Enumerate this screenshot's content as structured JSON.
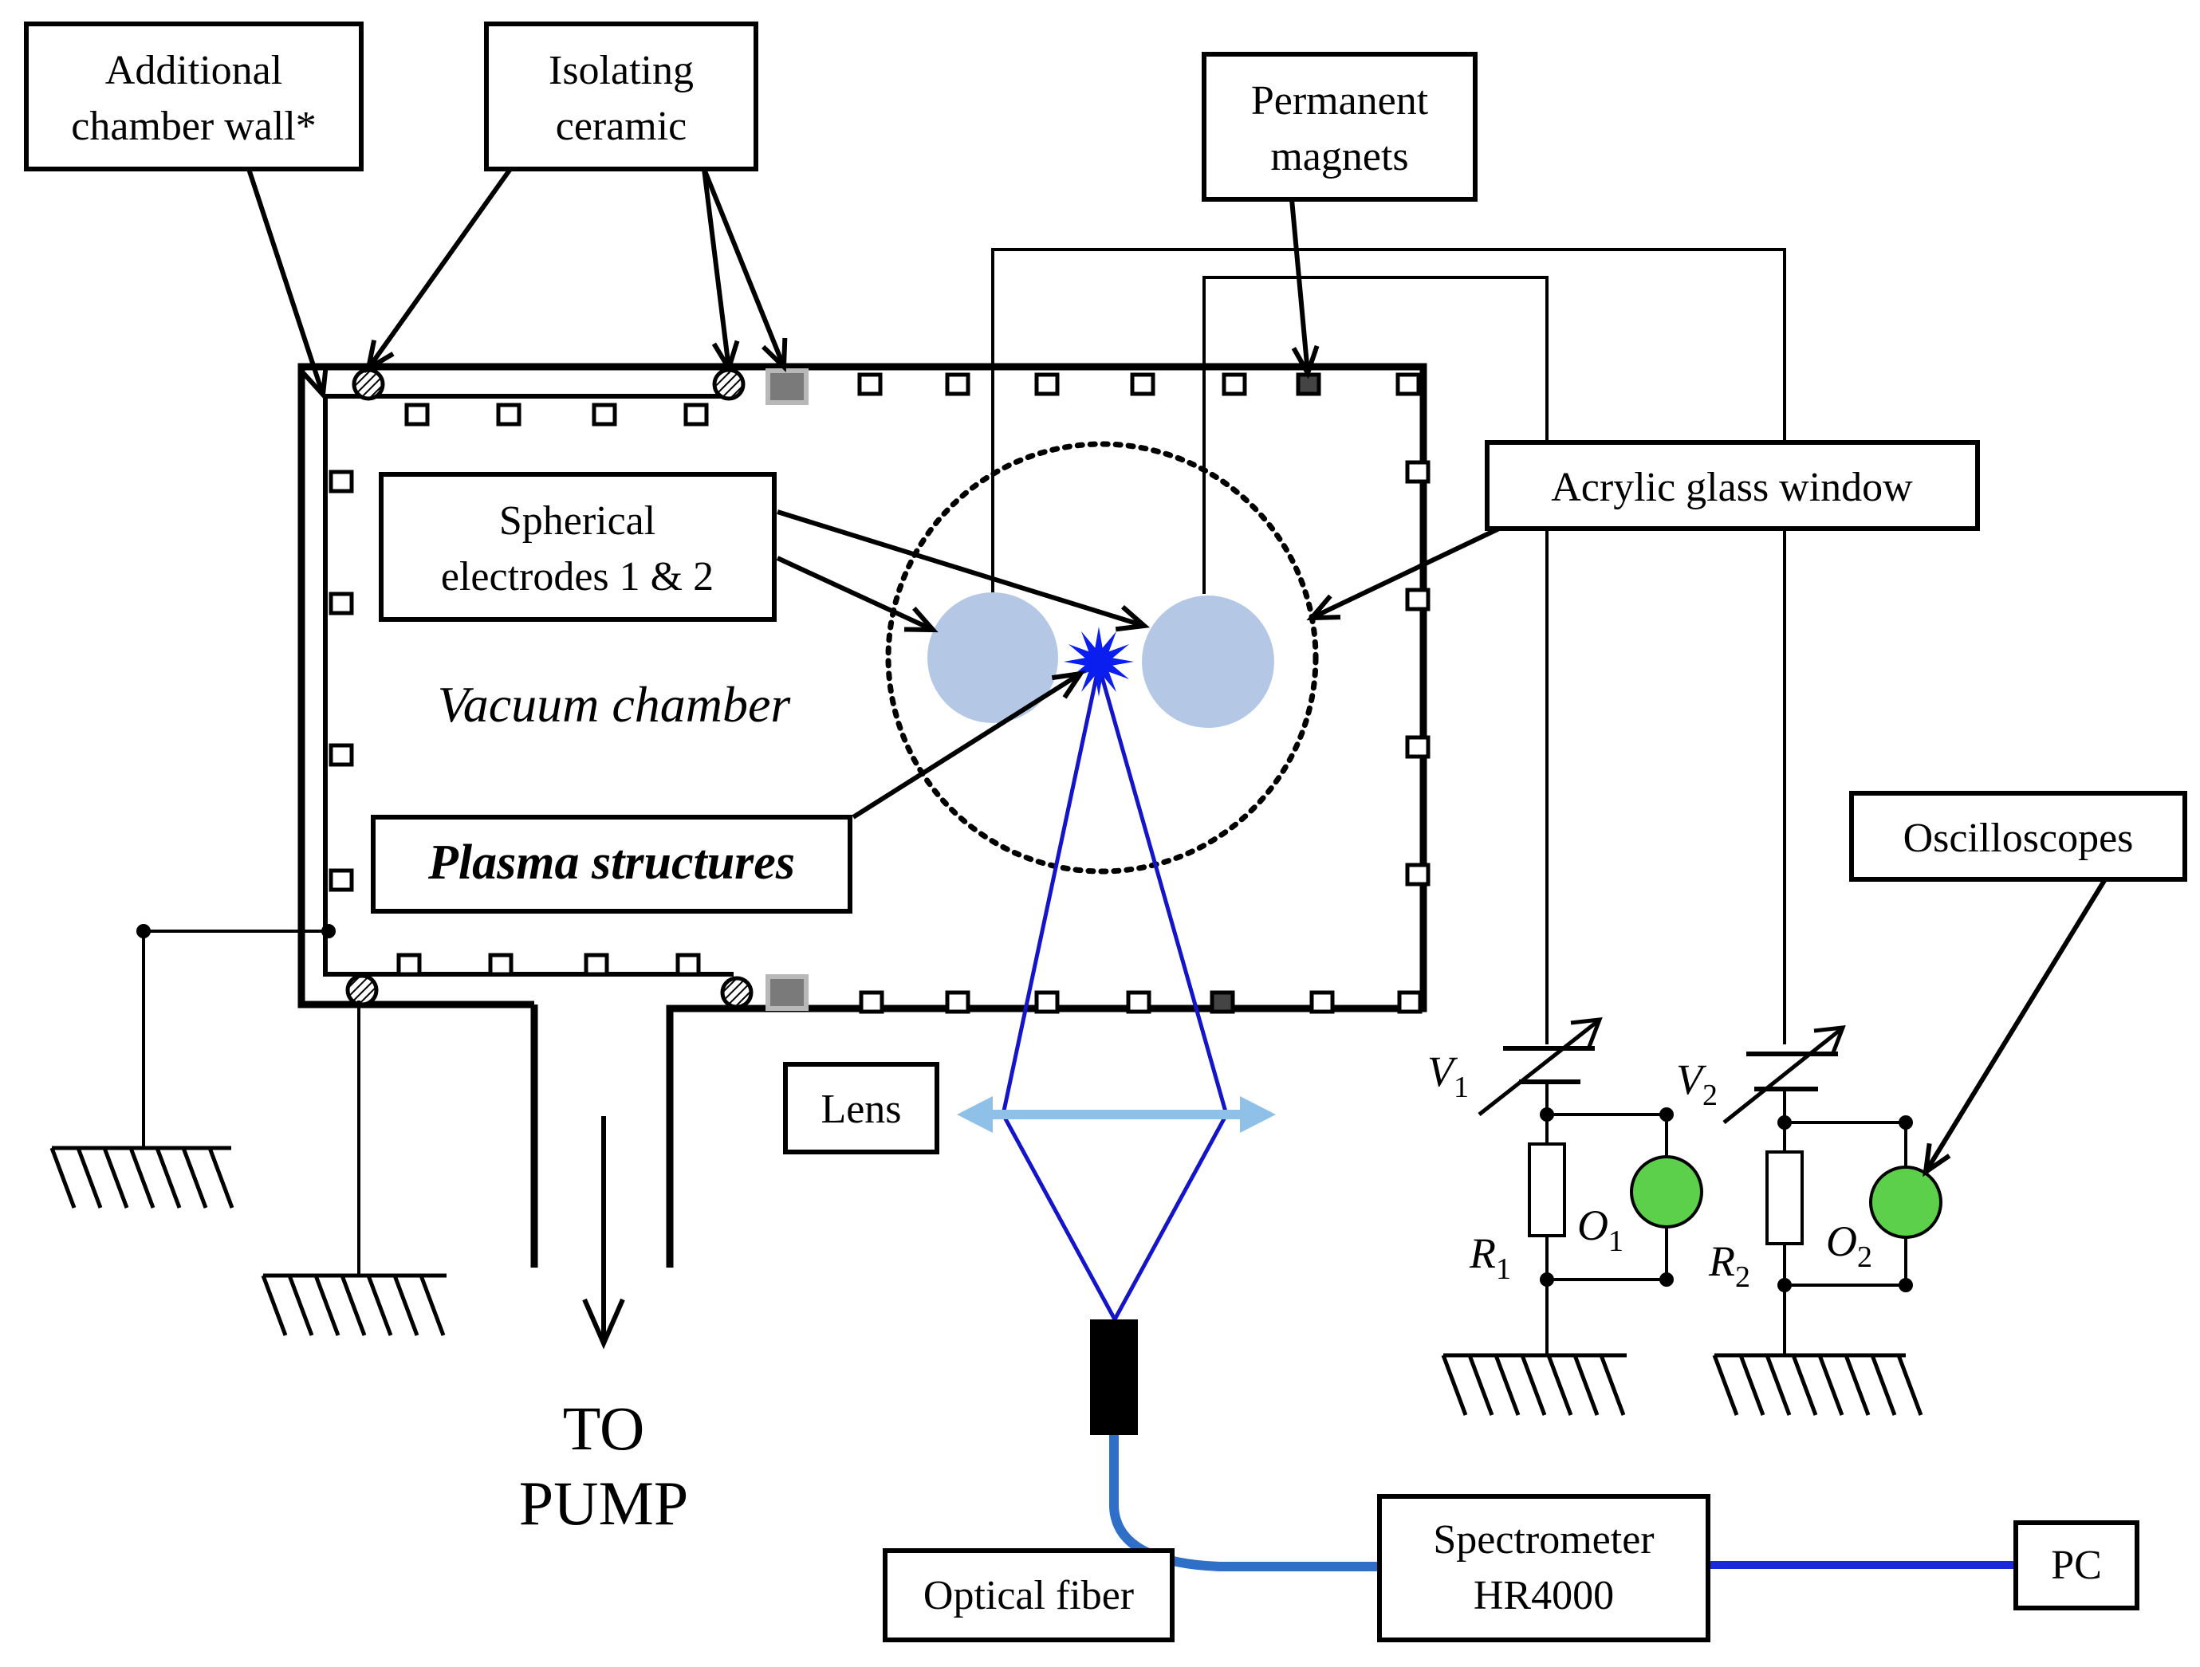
{
  "labels": {
    "additional_wall": [
      "Additional",
      "chamber wall*"
    ],
    "isolating_ceramic": [
      "Isolating",
      "ceramic"
    ],
    "permanent_magnets": [
      "Permanent",
      "magnets"
    ],
    "acrylic_window": "Acrylic glass window",
    "spherical_electrodes": [
      "Spherical",
      "electrodes 1 & 2"
    ],
    "vacuum_chamber": "Vacuum chamber",
    "plasma_structures": "Plasma structures",
    "oscilloscopes": "Oscilloscopes",
    "lens": "Lens",
    "optical_fiber": "Optical fiber",
    "spectrometer": [
      "Spectrometer",
      "HR4000"
    ],
    "pc": "PC",
    "to_pump": [
      "TO",
      "PUMP"
    ]
  },
  "circuit": {
    "v1": {
      "sym": "V",
      "sub": "1"
    },
    "v2": {
      "sym": "V",
      "sub": "2"
    },
    "r1": {
      "sym": "R",
      "sub": "1"
    },
    "r2": {
      "sym": "R",
      "sub": "2"
    },
    "o1": {
      "sym": "O",
      "sub": "1"
    },
    "o2": {
      "sym": "O",
      "sub": "2"
    }
  },
  "colors": {
    "electrode": "#b4c8e6",
    "plasma": "#0a1ef0",
    "optical_ray": "#1414c8",
    "lens": "#8ec0e8",
    "fiber": "#2f6fc8",
    "pc_cable": "#1a2ad8",
    "oscilloscope": "#5cd04a",
    "magnet_dark": "#7a7a7a"
  }
}
